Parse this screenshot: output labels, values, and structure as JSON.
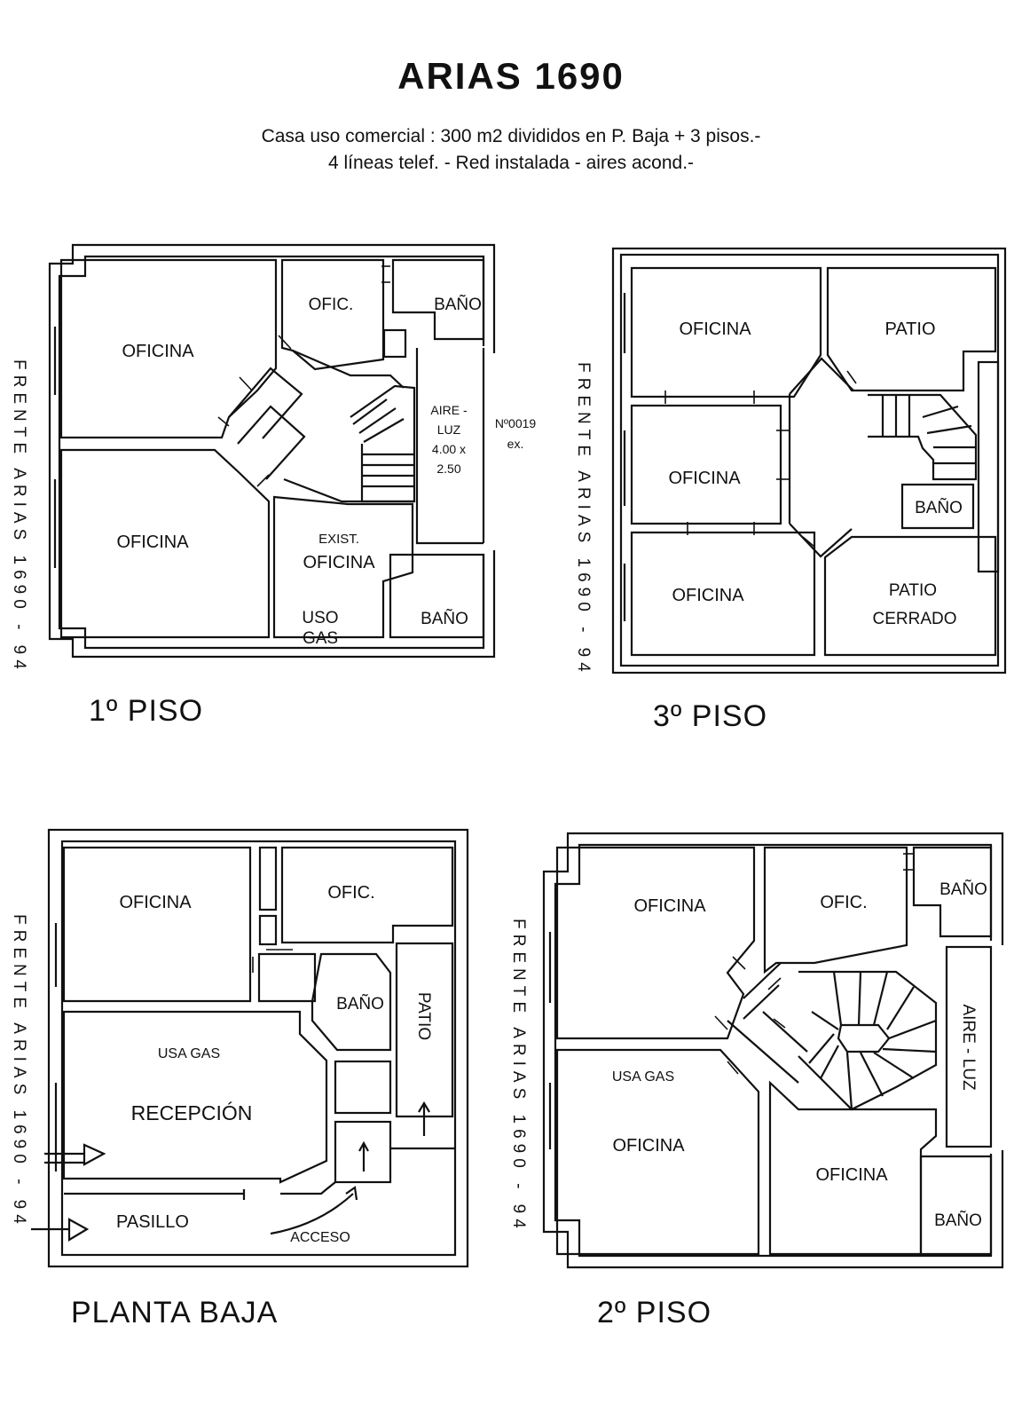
{
  "header": {
    "title": "ARIAS  1690",
    "line1": "Casa uso comercial : 300 m2  divididos en P. Baja + 3 pisos.-",
    "line2": "4 líneas telef. - Red  instalada - aires acond.-"
  },
  "front_label": "FRENTE  ARIAS  1690 - 94",
  "plans": {
    "piso1": {
      "floor": "1º PISO",
      "oficina_a": "OFICINA",
      "oficina_b": "OFICINA",
      "ofic": "OFIC.",
      "bano_a": "BAÑO",
      "bano_b": "BAÑO",
      "aire_1": "AIRE -",
      "aire_2": "LUZ",
      "aire_3": "4.00 x",
      "aire_4": "2.50",
      "num_1": "Nº0019",
      "num_2": "ex.",
      "exist_1": "EXIST.",
      "exist_2": "OFICINA",
      "gas_1": "USO",
      "gas_2": "GAS"
    },
    "piso3": {
      "floor": "3º PISO",
      "oficina_a": "OFICINA",
      "oficina_b": "OFICINA",
      "oficina_c": "OFICINA",
      "patio": "PATIO",
      "bano": "BAÑO",
      "patio_c1": "PATIO",
      "patio_c2": "CERRADO"
    },
    "planta_baja": {
      "floor": "PLANTA  BAJA",
      "oficina": "OFICINA",
      "ofic": "OFIC.",
      "bano": "BAÑO",
      "patio": "PATIO",
      "usa_gas": "USA   GAS",
      "recepcion": "RECEPCIÓN",
      "pasillo": "PASILLO",
      "acceso": "ACCESO"
    },
    "piso2": {
      "floor": "2º PISO",
      "oficina_a": "OFICINA",
      "oficina_b": "OFICINA",
      "oficina_c": "OFICINA",
      "ofic": "OFIC.",
      "bano_a": "BAÑO",
      "bano_b": "BAÑO",
      "aire_luz": "AIRE  -  LUZ",
      "usa_gas": "USA   GAS"
    }
  }
}
